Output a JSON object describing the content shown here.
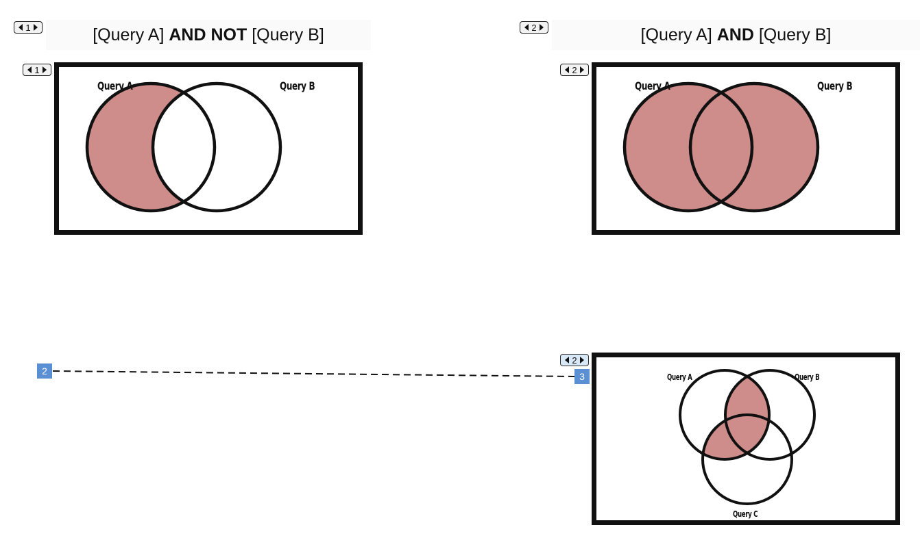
{
  "panels": {
    "not": {
      "badge_title": "1",
      "badge_frame": "1",
      "title_pre": "[Query A] ",
      "title_op": "AND NOT",
      "title_post": " [Query B]",
      "label_a": "Query A",
      "label_b": "Query B"
    },
    "and": {
      "badge_title": "2",
      "badge_frame": "2",
      "title_pre": "[Query A] ",
      "title_op": "AND",
      "title_post": " [Query B]",
      "label_a": "Query A",
      "label_b": "Query B"
    },
    "three": {
      "badge_frame": "2",
      "label_a": "Query A",
      "label_b": "Query B",
      "label_c": "Query C"
    }
  },
  "markers": {
    "left": "2",
    "right": "3"
  },
  "colors": {
    "fill": "#ce8c8a",
    "stroke": "#111111",
    "marker": "#5b8fd4"
  }
}
